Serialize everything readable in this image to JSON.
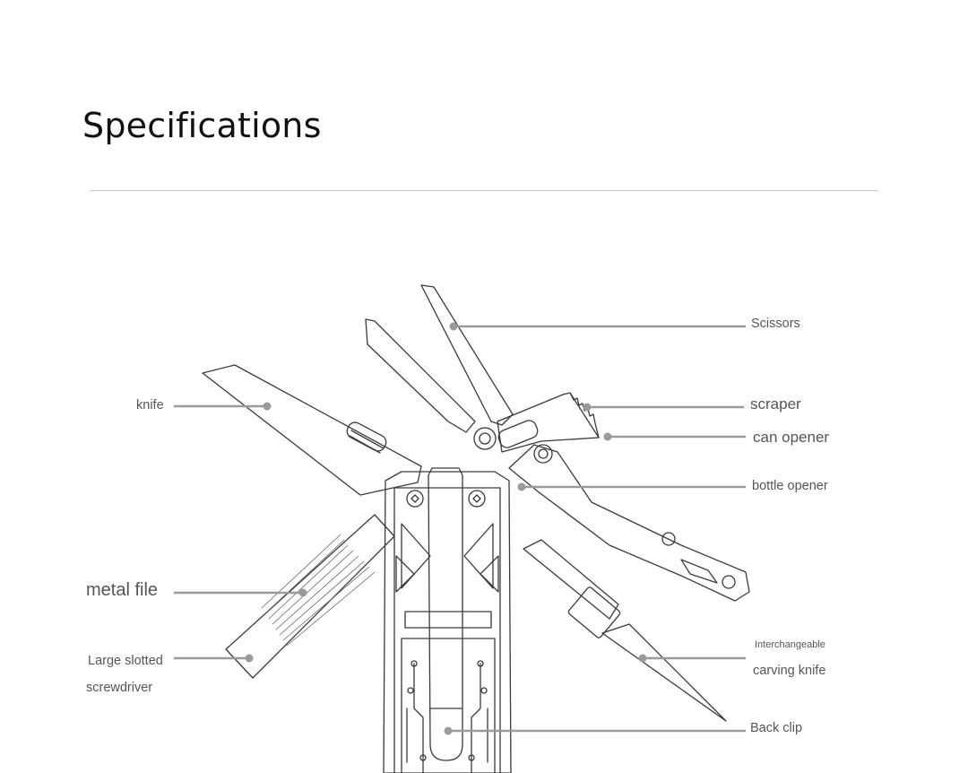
{
  "title": "Specifications",
  "labels": {
    "knife": "knife",
    "metal_file": "metal file",
    "screwdriver_line1": "Large slotted",
    "screwdriver_line2": "screwdriver",
    "scissors": "Scissors",
    "scraper": "scraper",
    "can_opener": "can opener",
    "bottle_opener": "bottle opener",
    "carving_line1": "Interchangeable",
    "carving_line2": "carving knife",
    "back_clip": "Back clip"
  },
  "colors": {
    "line": "#9a9a9a",
    "drawing": "#3a3a3a",
    "text": "#555555"
  }
}
